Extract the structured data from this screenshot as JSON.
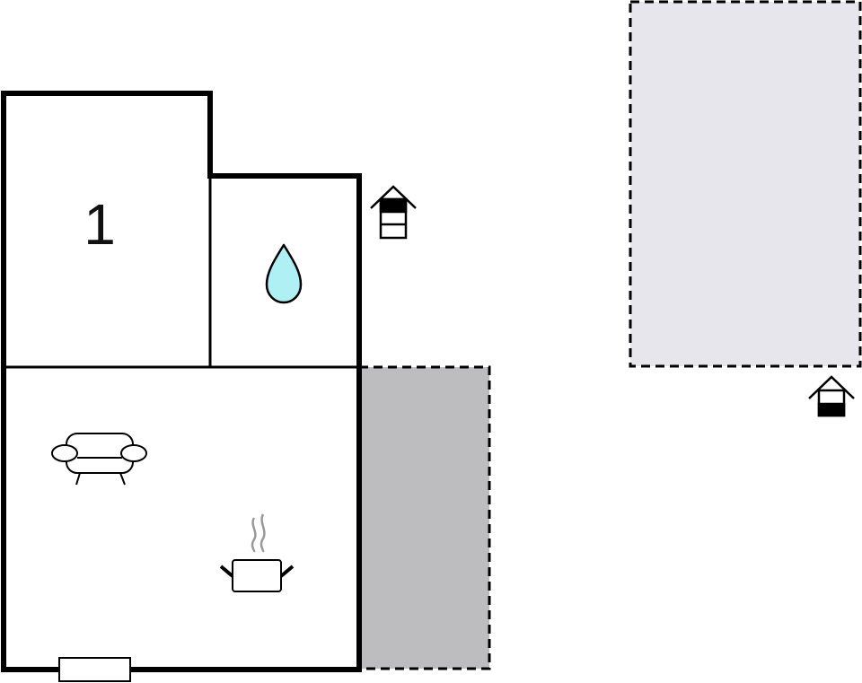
{
  "plan": {
    "rooms": [
      {
        "id": "bedroom",
        "label": "1",
        "icon": "bed-count-label"
      },
      {
        "id": "bathroom",
        "label": "",
        "icon": "water-drop-icon"
      },
      {
        "id": "living-kitchen",
        "label": "",
        "icon": "sofa-icon"
      }
    ],
    "icons": [
      "bunk-bed-house-icon",
      "water-drop-icon",
      "sofa-icon",
      "cooking-pot-icon",
      "window-icon",
      "single-bed-house-icon"
    ],
    "outdoor_areas": [
      {
        "id": "terrace",
        "fill": "#bdbdbf",
        "border": "dashed"
      },
      {
        "id": "garden",
        "fill": "#e6e6ec",
        "border": "dashed"
      }
    ],
    "colors": {
      "wall": "#000000",
      "water": "#aef0f4",
      "terrace": "#bdbdbf",
      "garden": "#e6e6ec",
      "steam": "#999999"
    }
  }
}
